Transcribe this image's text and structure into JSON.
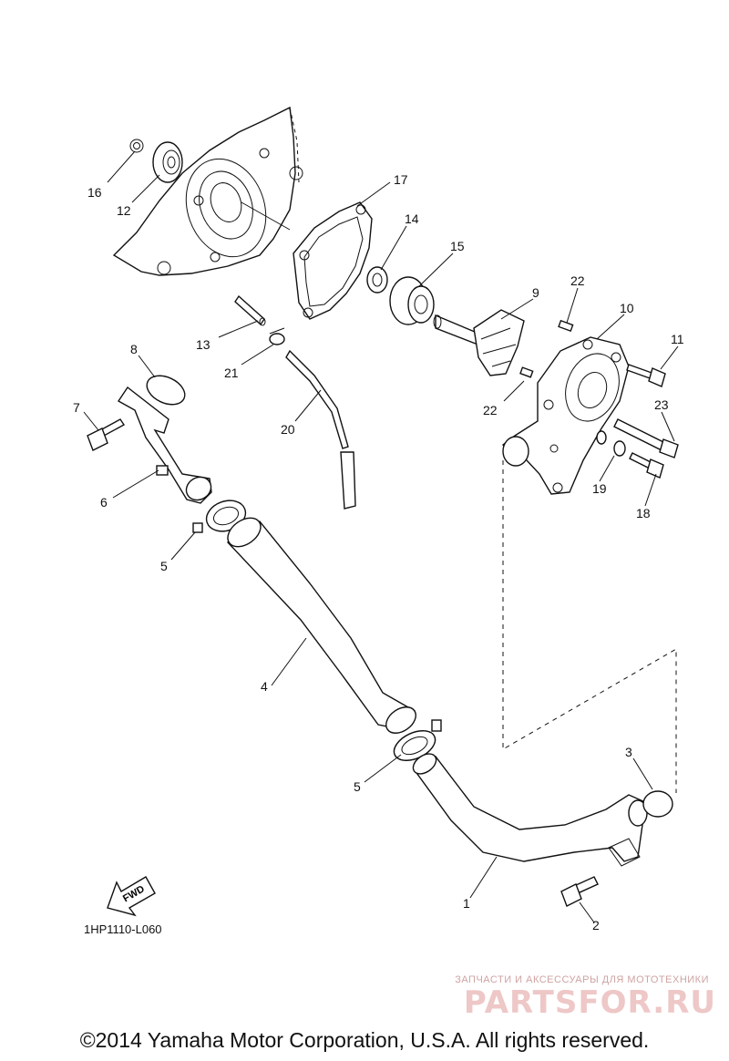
{
  "parts": [
    {
      "id": "1",
      "label": "1"
    },
    {
      "id": "2",
      "label": "2"
    },
    {
      "id": "3",
      "label": "3"
    },
    {
      "id": "4",
      "label": "4"
    },
    {
      "id": "5a",
      "label": "5"
    },
    {
      "id": "5b",
      "label": "5"
    },
    {
      "id": "6",
      "label": "6"
    },
    {
      "id": "7",
      "label": "7"
    },
    {
      "id": "8",
      "label": "8"
    },
    {
      "id": "9",
      "label": "9"
    },
    {
      "id": "10",
      "label": "10"
    },
    {
      "id": "11",
      "label": "11"
    },
    {
      "id": "12",
      "label": "12"
    },
    {
      "id": "13",
      "label": "13"
    },
    {
      "id": "14",
      "label": "14"
    },
    {
      "id": "15",
      "label": "15"
    },
    {
      "id": "16",
      "label": "16"
    },
    {
      "id": "17",
      "label": "17"
    },
    {
      "id": "18",
      "label": "18"
    },
    {
      "id": "19",
      "label": "19"
    },
    {
      "id": "20",
      "label": "20"
    },
    {
      "id": "21",
      "label": "21"
    },
    {
      "id": "22a",
      "label": "22"
    },
    {
      "id": "22b",
      "label": "22"
    },
    {
      "id": "23",
      "label": "23"
    }
  ],
  "fwd_label": "FWD",
  "ref_code": "1HP1110-L060",
  "copyright": "©2014 Yamaha Motor Corporation, U.S.A. All rights reserved.",
  "watermark": {
    "subtitle": "ЗАПЧАСТИ И АКСЕССУАРЫ ДЛЯ МОТОТЕХНИКИ",
    "brand": "PARTSFOR.RU",
    "color": "#eec7c7"
  }
}
